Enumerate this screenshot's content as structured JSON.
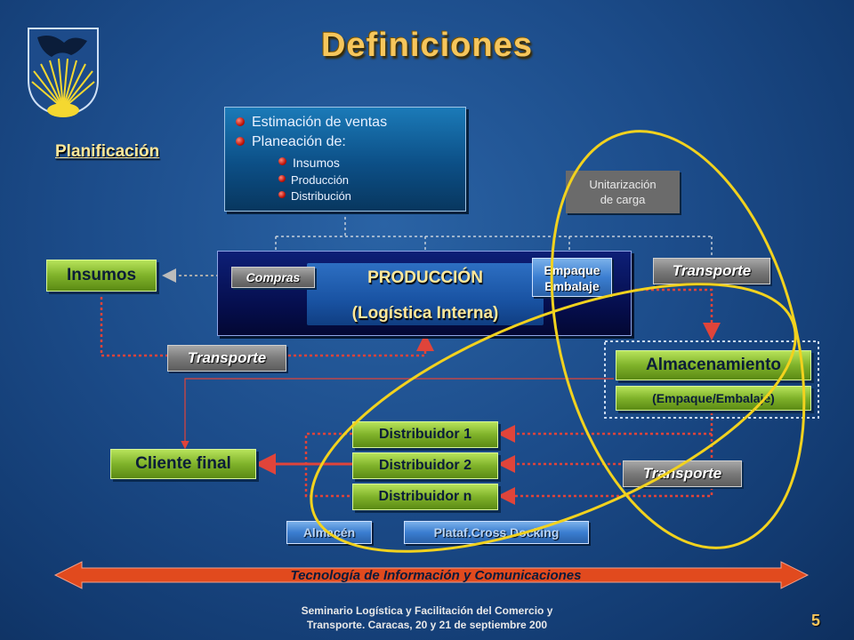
{
  "title": "Definiciones",
  "planificacion_label": "Planificación",
  "plan_box": {
    "items": [
      "Estimación de ventas",
      "Planeación de:"
    ],
    "subitems": [
      "Insumos",
      "Producción",
      "Distribución"
    ]
  },
  "unitarizacion": "Unitarización de carga",
  "insumos": "Insumos",
  "compras": "Compras",
  "produccion": {
    "title": "PRODUCCIÓN",
    "subtitle": "(Logística Interna)"
  },
  "empaque": {
    "line1": "Empaque",
    "line2": "Embalaje"
  },
  "transporte": "Transporte",
  "almacenamiento": {
    "title": "Almacenamiento",
    "subtitle": "(Empaque/Embalaje)"
  },
  "cliente_final": "Cliente final",
  "distribuidores": [
    "Distribuidor 1",
    "Distribuidor 2",
    "Distribuidor n"
  ],
  "almacen": "Almacén",
  "plataf": "Plataf.Cross Docking",
  "tic_label": "Tecnología de Información y Comunicaciones",
  "footer": {
    "line1": "Seminario Logística y Facilitación del Comercio y",
    "line2": "Transporte. Caracas, 20 y 21 de septiembre 200"
  },
  "page_number": "5",
  "colors": {
    "accent_gold": "#f6c65c",
    "green_box": "#7fb22a",
    "red_line": "#e0443a",
    "ellipse": "#f2d21e"
  }
}
